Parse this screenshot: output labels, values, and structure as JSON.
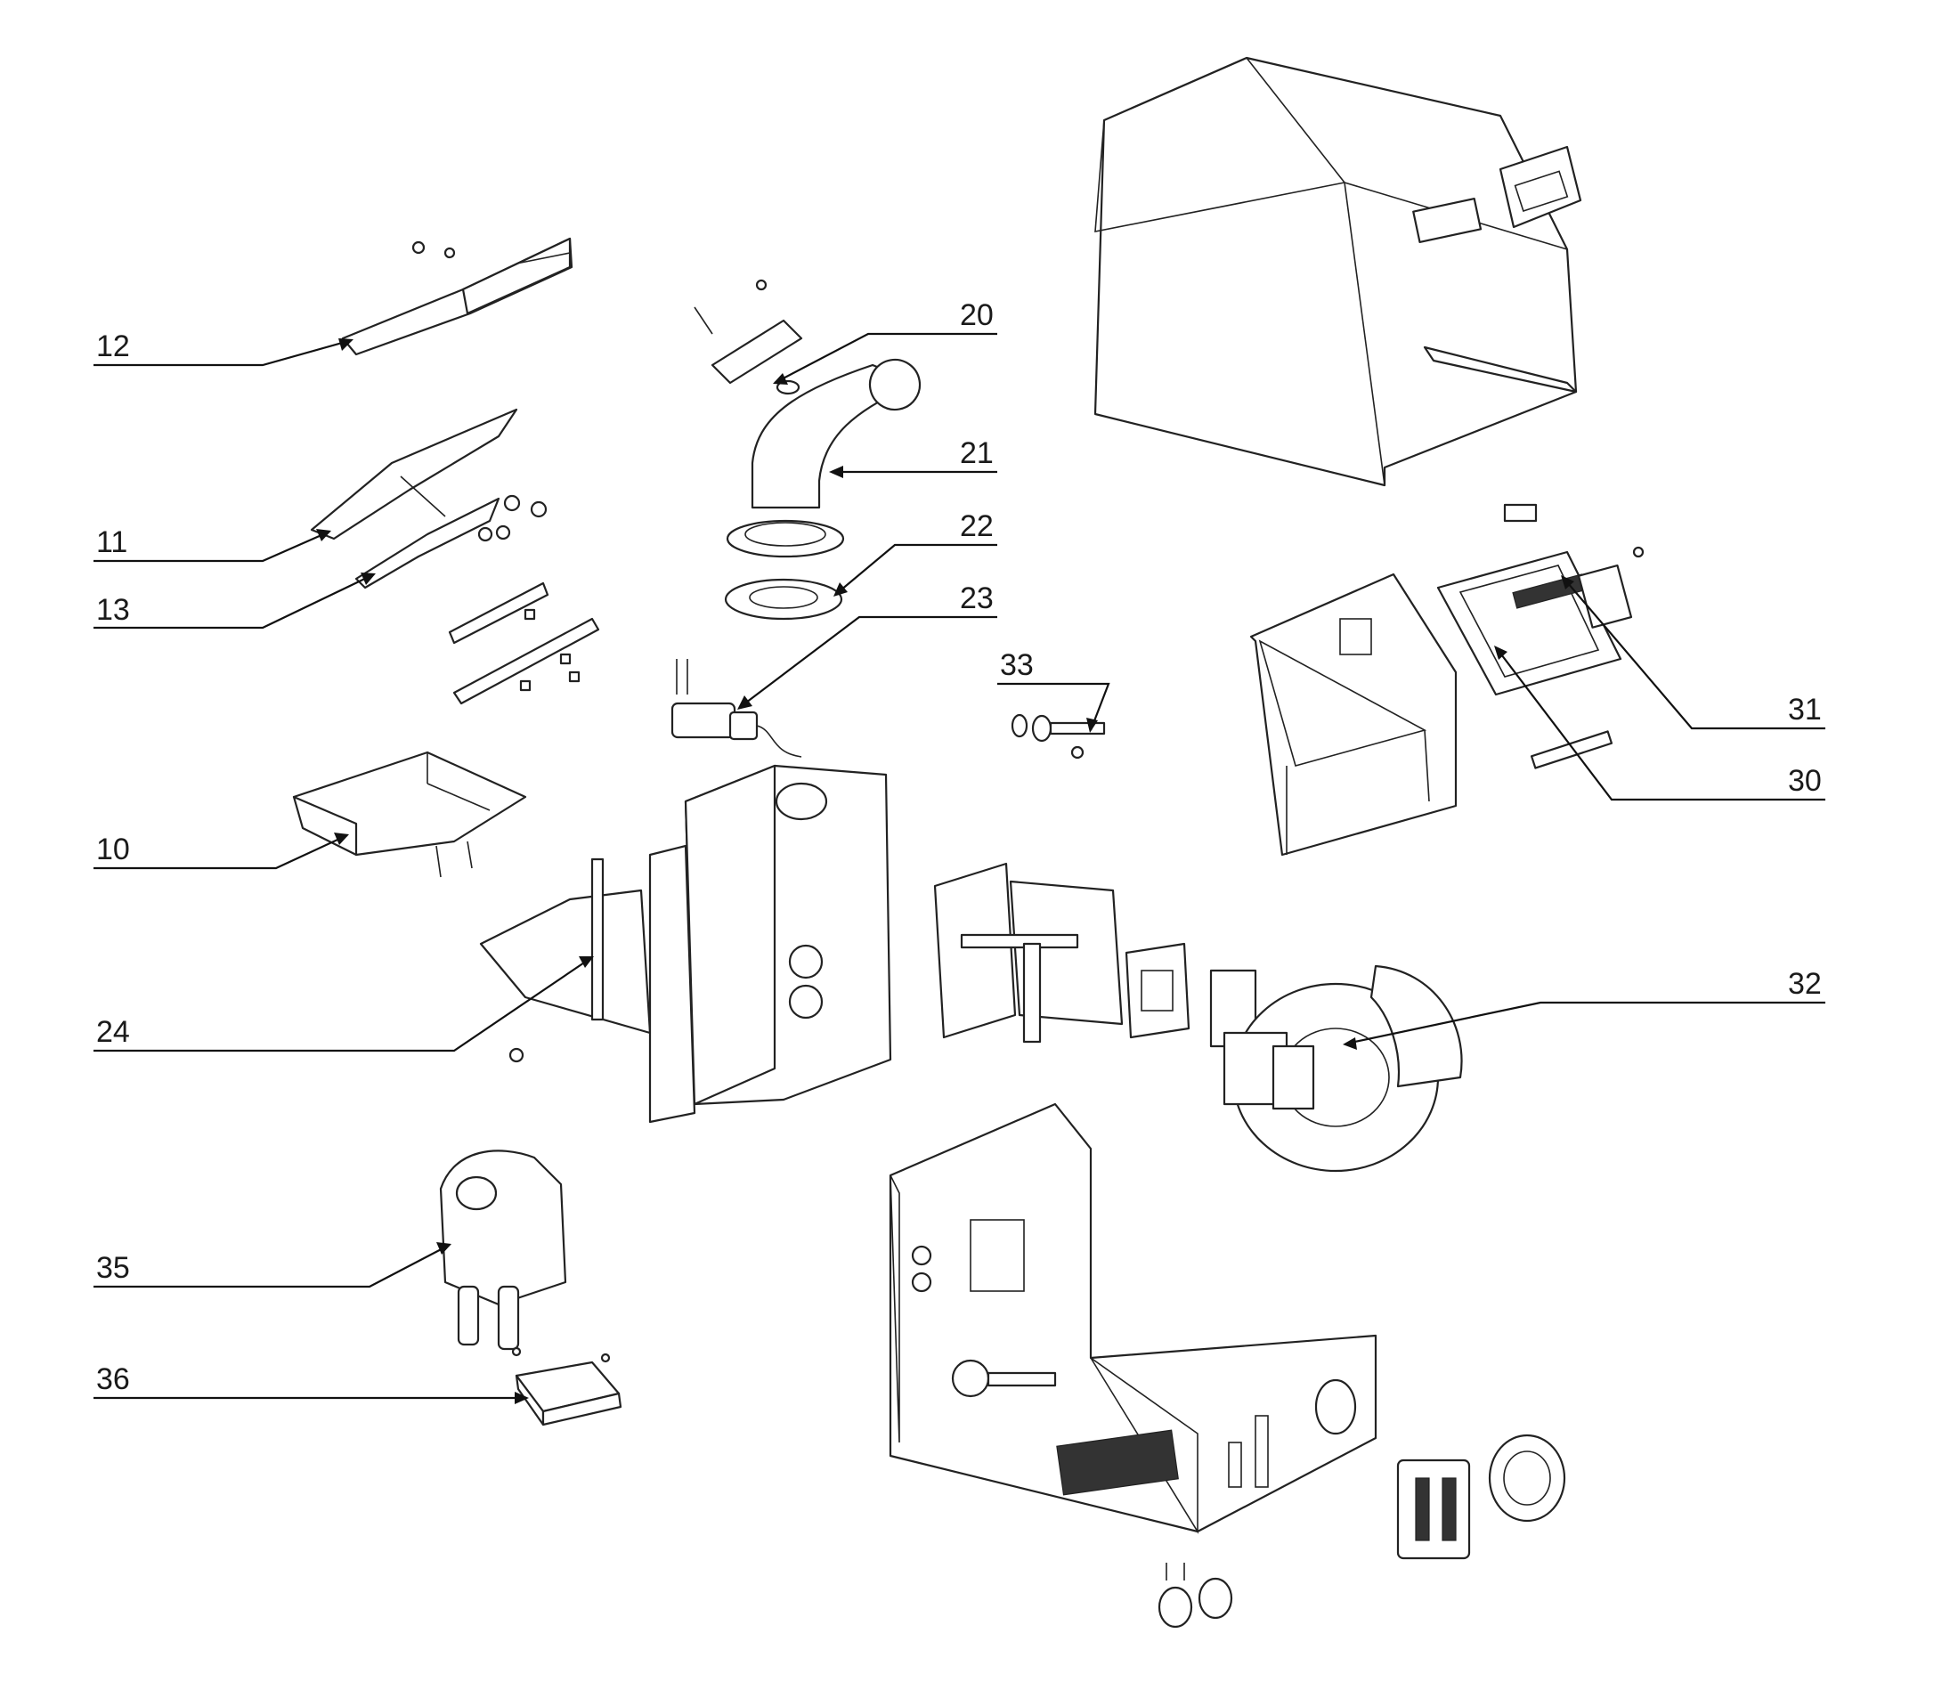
{
  "diagram": {
    "callouts": [
      {
        "id": "12",
        "label": "12"
      },
      {
        "id": "11",
        "label": "11"
      },
      {
        "id": "13",
        "label": "13"
      },
      {
        "id": "10",
        "label": "10"
      },
      {
        "id": "24",
        "label": "24"
      },
      {
        "id": "35",
        "label": "35"
      },
      {
        "id": "36",
        "label": "36"
      },
      {
        "id": "20",
        "label": "20"
      },
      {
        "id": "21",
        "label": "21"
      },
      {
        "id": "22",
        "label": "22"
      },
      {
        "id": "23",
        "label": "23"
      },
      {
        "id": "33",
        "label": "33"
      },
      {
        "id": "31",
        "label": "31"
      },
      {
        "id": "30",
        "label": "30"
      },
      {
        "id": "32",
        "label": "32"
      }
    ],
    "colors": {
      "line": "#222222",
      "background": "#ffffff"
    }
  }
}
